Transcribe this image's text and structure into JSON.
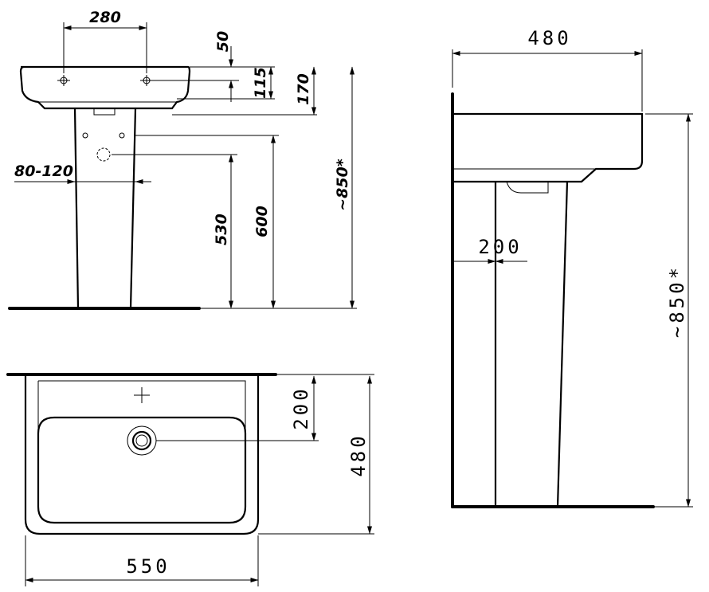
{
  "side_view": {
    "dim_width": "280",
    "dim_top_small": "50",
    "dim_hole": "115",
    "dim_bowl": "170",
    "dim_spread": "80-120",
    "dim_530": "530",
    "dim_600": "600",
    "dim_height": "~850*"
  },
  "right_view": {
    "dim_depth": "480",
    "dim_pedestal": "200",
    "dim_height": "~850*"
  },
  "top_view": {
    "dim_width": "550",
    "dim_depth": "480",
    "dim_drain": "200"
  }
}
